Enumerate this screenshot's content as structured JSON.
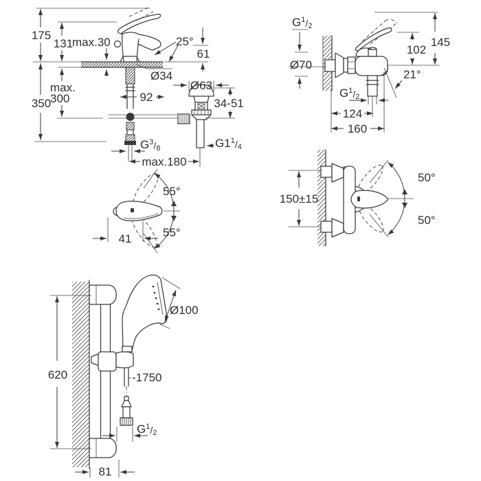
{
  "sheet": {
    "bg": "#ffffff",
    "ink": "#3a3a3a",
    "text_color": "#2f2f2f"
  },
  "basin_view": {
    "dims": {
      "height_total": "175",
      "height_body": "131",
      "deck_max": "max.30",
      "spout_angle": "25°",
      "outlet_height": "61",
      "body_dia": "Ø34",
      "waste_dia": "Ø63",
      "projection": "92",
      "waste_range": "34-51",
      "under_max_word": "max.",
      "under_max_val": "300",
      "under_total": "350",
      "hole_distance": "max.180"
    },
    "threads": {
      "supply": {
        "base": "G",
        "sup": "3",
        "slash": "/",
        "sub": "8"
      },
      "waste": {
        "base": "G1",
        "sup": "1",
        "slash": "/",
        "sub": "4"
      }
    }
  },
  "bath_view": {
    "dims": {
      "height_total": "145",
      "height_lever": "102",
      "escutcheon_dia": "Ø70",
      "spout_angle": "21°",
      "outlet_distance": "124",
      "spout_reach": "160"
    },
    "threads": {
      "wall": {
        "base": "G",
        "sup": "1",
        "slash": "/",
        "sub": "2"
      },
      "shower": {
        "base": "G",
        "sup": "1",
        "slash": "/",
        "sub": "2"
      }
    }
  },
  "front_view": {
    "dims": {
      "centers": "150±15",
      "swivel_up": "50°",
      "swivel_down": "50°"
    }
  },
  "handle_view": {
    "dims": {
      "swivel_up": "55°",
      "swivel_down": "55°",
      "lever_length": "41"
    }
  },
  "shower_view": {
    "dims": {
      "head_dia": "Ø100",
      "rail_length": "620",
      "hose_length": "-1750",
      "wall_offset": "81"
    },
    "threads": {
      "hose": {
        "base": "G",
        "sup": "1",
        "slash": "/",
        "sub": "2"
      }
    }
  }
}
